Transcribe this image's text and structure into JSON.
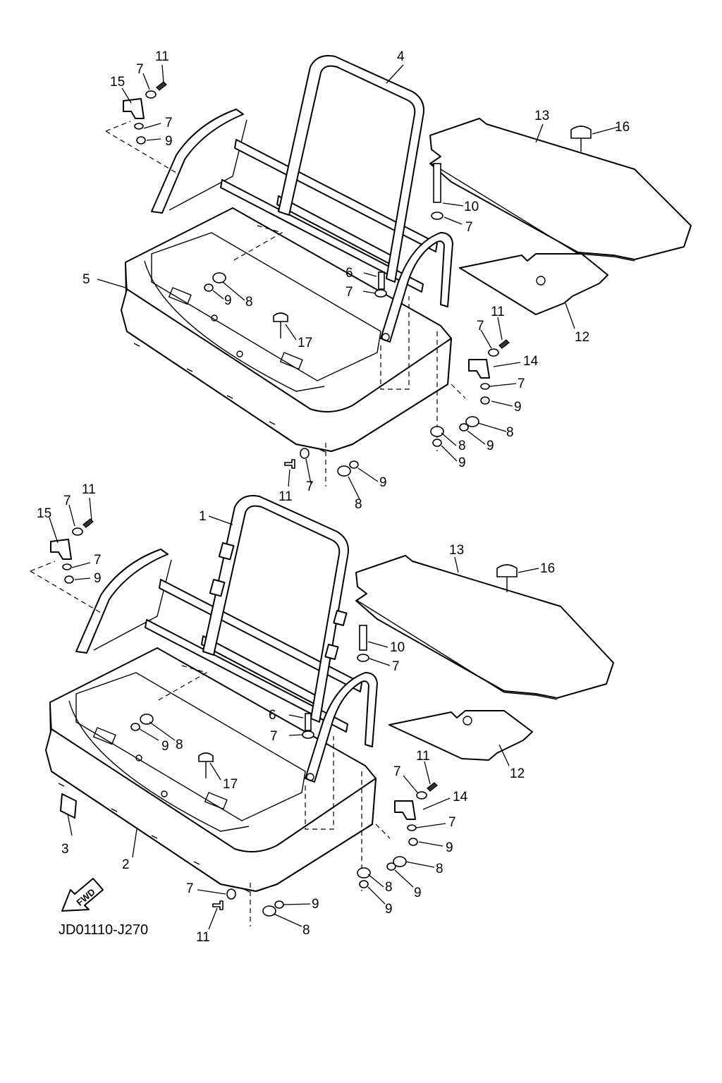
{
  "diagram": {
    "code": "JD01110-J270",
    "fwd_label": "FWD",
    "upper": {
      "labels": {
        "c4": "4",
        "c5": "5",
        "c6": "6",
        "c7a": "7",
        "c7b": "7",
        "c7c": "7",
        "c7d": "7",
        "c7e": "7",
        "c7f": "7",
        "c8a": "8",
        "c8b": "8",
        "c8c": "8",
        "c8d": "8",
        "c9a": "9",
        "c9b": "9",
        "c9c": "9",
        "c9d": "9",
        "c9e": "9",
        "c9f": "9",
        "c10": "10",
        "c11a": "11",
        "c11b": "11",
        "c11c": "11",
        "c12": "12",
        "c13": "13",
        "c14": "14",
        "c15": "15",
        "c16": "16",
        "c17": "17"
      }
    },
    "lower": {
      "labels": {
        "c1": "1",
        "c2": "2",
        "c3": "3",
        "c6": "6",
        "c7a": "7",
        "c7b": "7",
        "c7c": "7",
        "c7d": "7",
        "c7e": "7",
        "c7f": "7",
        "c7g": "7",
        "c8a": "8",
        "c8b": "8",
        "c8c": "8",
        "c8d": "8",
        "c9a": "9",
        "c9b": "9",
        "c9c": "9",
        "c9d": "9",
        "c9e": "9",
        "c9f": "9",
        "c10": "10",
        "c11a": "11",
        "c11b": "11",
        "c11c": "11",
        "c12": "12",
        "c13": "13",
        "c14": "14",
        "c15": "15",
        "c16": "16",
        "c17": "17"
      }
    }
  }
}
